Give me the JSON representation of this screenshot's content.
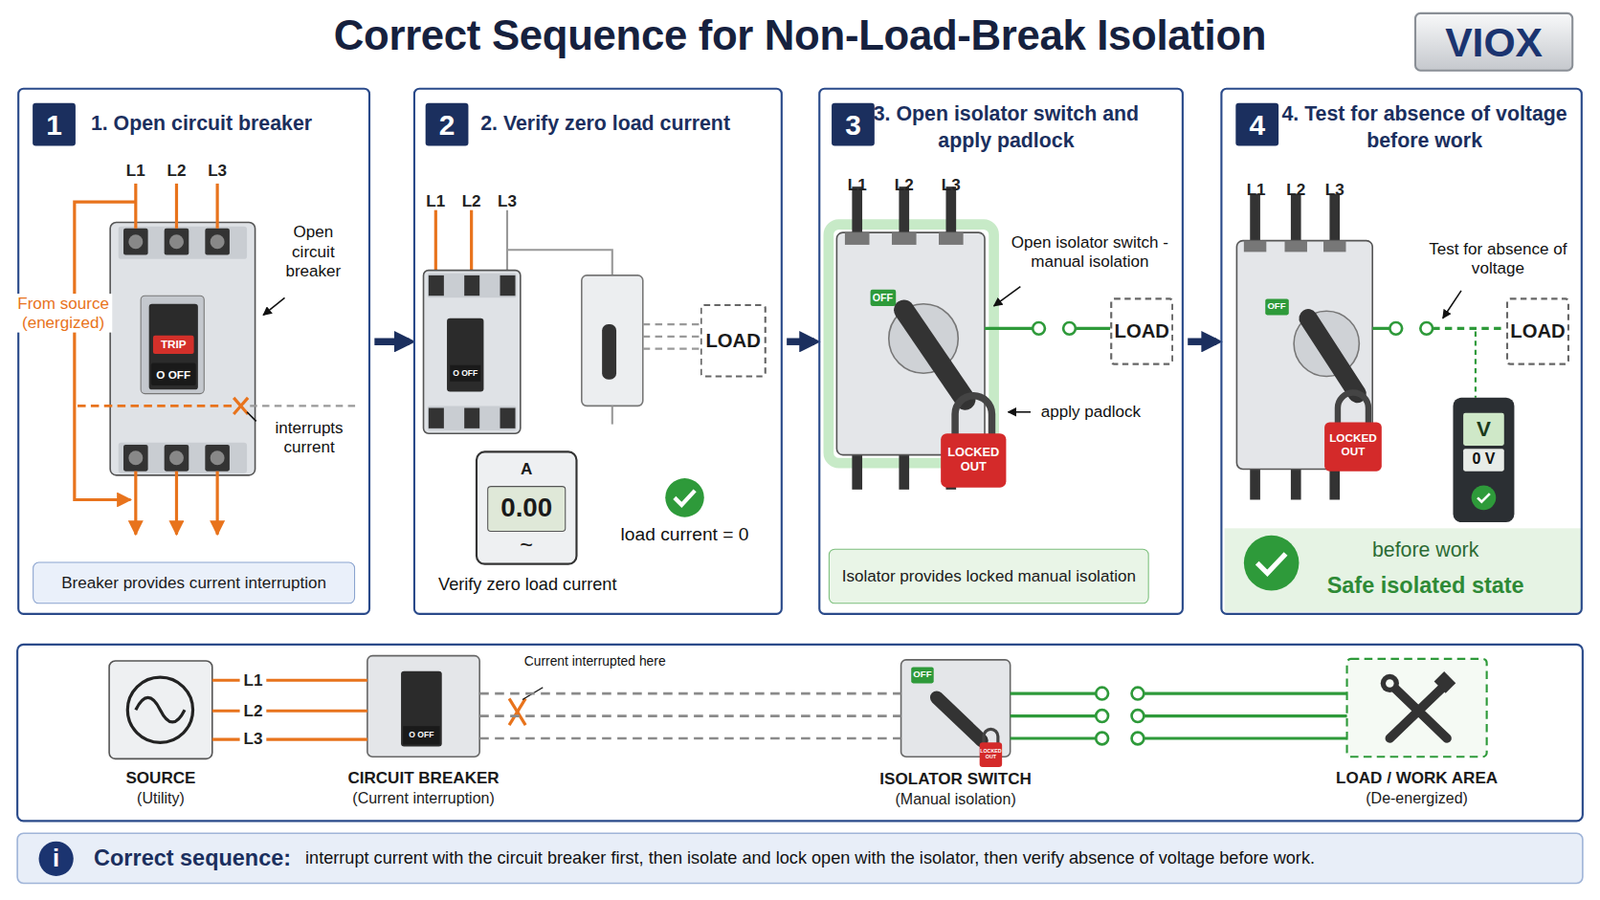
{
  "diagram": {
    "title": "Correct Sequence for Non-Load-Break Isolation",
    "nodes": [
      {
        "text": [
          "VIOX"
        ]
      },
      {
        "text": [
          "1. Open circuit breaker"
        ]
      },
      {
        "text": [
          "1"
        ],
        "in": 1
      },
      {
        "text": [
          "Breaker provides current interruption"
        ],
        "in": 1
      },
      {
        "text": [
          "2. Verify zero load current"
        ]
      },
      {
        "text": [
          "2"
        ],
        "in": 4
      },
      {
        "text": [
          "A",
          "0.00",
          "~"
        ],
        "in": 4
      },
      {
        "text": [
          "LOAD"
        ],
        "in": 4
      },
      {
        "text": [
          "3. Open isolator switch and apply padlock"
        ]
      },
      {
        "text": [
          "3"
        ],
        "in": 8
      },
      {
        "text": [
          "LOAD"
        ],
        "in": 8
      },
      {
        "text": [
          "Isolator provides locked manual isolation"
        ],
        "in": 8
      },
      {
        "text": [
          "4. Test for absence of voltage before work"
        ]
      },
      {
        "text": [
          "4"
        ],
        "in": 12
      },
      {
        "text": [
          "LOAD"
        ],
        "in": 12
      },
      {
        "text": [
          "V",
          "0 V"
        ],
        "in": 12
      },
      {
        "text": [
          "before work",
          "Safe isolated state"
        ],
        "in": 12
      },
      {
        "text": [
          "SOURCE",
          "(Utility)"
        ]
      },
      {
        "text": [
          "CIRCUIT BREAKER",
          "(Current interruption)"
        ]
      },
      {
        "text": [
          "ISOLATOR SWITCH",
          "(Manual isolation)"
        ]
      },
      {
        "text": [
          "LOAD / WORK AREA",
          "(De-energized)"
        ]
      },
      {
        "text": [
          "Correct sequence:",
          "interrupt current with the circuit breaker first, then isolate and lock open with the isolator, then verify absence of voltage before work."
        ]
      }
    ],
    "edges": [
      {
        "from": 1,
        "to": 4,
        "arrow": "to"
      },
      {
        "from": 4,
        "to": 8,
        "arrow": "to"
      },
      {
        "from": 8,
        "to": 12,
        "arrow": "to"
      },
      {
        "from": 17,
        "to": 18,
        "arrow": "none"
      },
      {
        "from": 18,
        "to": 19,
        "arrow": "none"
      },
      {
        "from": 19,
        "to": 20,
        "arrow": "none"
      }
    ],
    "labels": [
      "L1",
      "L2",
      "L3",
      "TRIP",
      "O OFF",
      "Open circuit breaker",
      "From source (energized)",
      "interrupts current",
      "L1",
      "L2",
      "L3",
      "O OFF",
      "Verify zero load current",
      "load current = 0",
      "L1",
      "L2",
      "L3",
      "OFF",
      "Open isolator switch - manual isolation",
      "apply padlock",
      "LOCKED OUT",
      "L1",
      "L2",
      "L3",
      "OFF",
      "Test for absence of voltage",
      "LOCKED OUT",
      "L1",
      "L2",
      "L3",
      "O OFF",
      "Current interrupted here",
      "OFF",
      "LOCKED OUT",
      "i"
    ]
  }
}
